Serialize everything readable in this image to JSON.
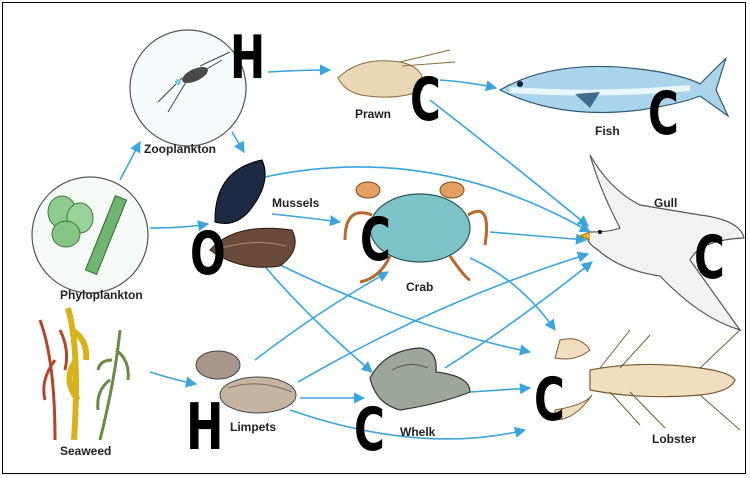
{
  "organisms": {
    "zooplankton": "Zooplankton",
    "prawn": "Prawn",
    "fish": "Fish",
    "phyloplankton": "Phyloplankton",
    "mussels": "Mussels",
    "crab": "Crab",
    "gull": "Gull",
    "seaweed": "Seaweed",
    "limpets": "Limpets",
    "whelk": "Whelk",
    "lobster": "Lobster"
  },
  "codes": {
    "zooplankton": "H",
    "prawn": "C",
    "fish": "C",
    "mussels": "O",
    "crab": "C",
    "gull": "C",
    "limpets": "H",
    "whelk": "C",
    "lobster": "C"
  },
  "colors": {
    "arrow": "#3aa4dd",
    "border": "#000000",
    "code_text": "#000000"
  }
}
